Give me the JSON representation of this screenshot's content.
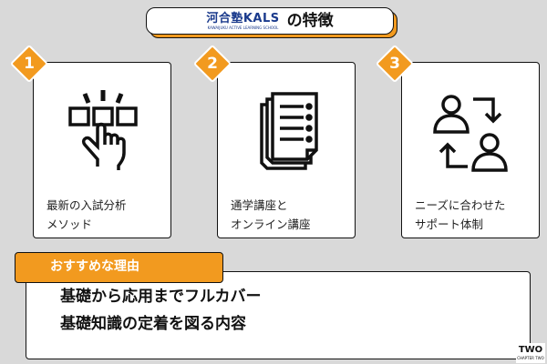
{
  "header": {
    "logo_text": "河合塾KALS",
    "logo_subtext": "KAWAIJUKU ACTIVE LEARNING SCHOOL",
    "title": "の特徴"
  },
  "features": [
    {
      "number": "1",
      "text": "最新の入試分析\nメソッド",
      "icon": "hand-pointing-icon"
    },
    {
      "number": "2",
      "text": "通学講座と\nオンライン講座",
      "icon": "documents-icon"
    },
    {
      "number": "3",
      "text": "ニーズに合わせた\nサポート体制",
      "icon": "people-exchange-icon"
    }
  ],
  "reasons": {
    "label": "おすすめな理由",
    "items": [
      "基礎から応用までフルカバー",
      "基礎知識の定着を図る内容"
    ]
  },
  "watermark": {
    "text": "TWO",
    "subtext": "CHAPTER TWO"
  },
  "colors": {
    "accent": "#f29a1f",
    "background": "#d9d9d9",
    "logo": "#1a3a8c"
  }
}
